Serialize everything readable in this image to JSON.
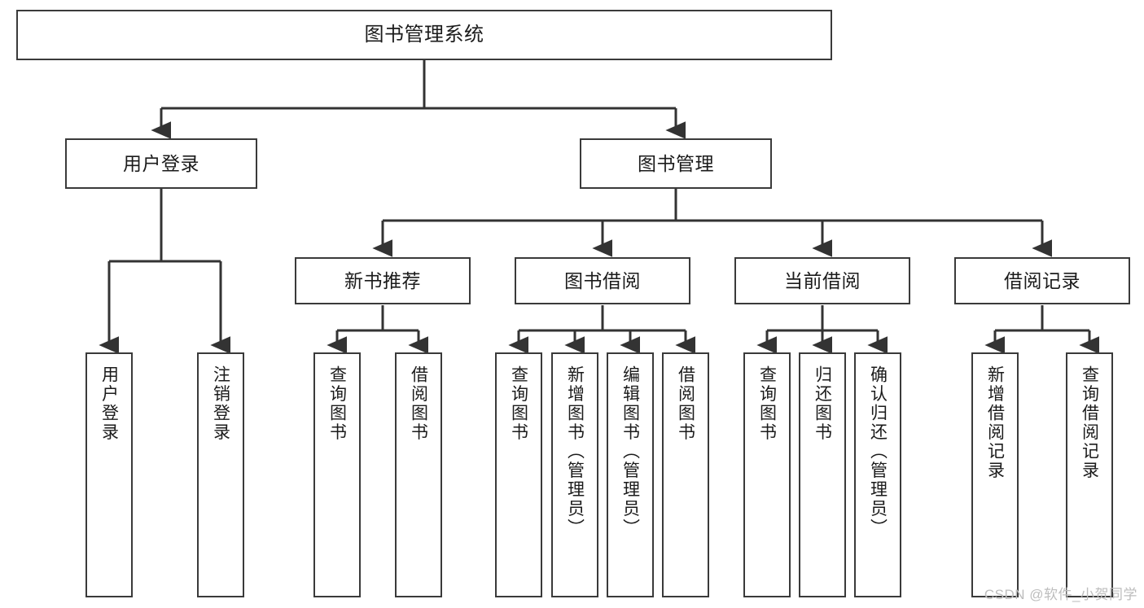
{
  "diagram": {
    "title": "图书管理系统",
    "type": "tree-hierarchy-diagram",
    "watermark": "CSDN @软件_小贺同学",
    "colors": {
      "box_border": "#3a3a3a",
      "box_fill": "#ffffff",
      "edge": "#333333",
      "text": "#1b1b1b",
      "watermark": "#bdbdbd"
    },
    "nodes": {
      "root": "图书管理系统",
      "level2": {
        "user_login": "用户登录",
        "book_manage": "图书管理"
      },
      "level3": {
        "new_book_recommend": "新书推荐",
        "book_borrow": "图书借阅",
        "current_borrow": "当前借阅",
        "borrow_record": "借阅记录"
      },
      "leaves": {
        "user_login": [
          "用户登录",
          "注销登录"
        ],
        "new_book_recommend": [
          "查询图书",
          "借阅图书"
        ],
        "book_borrow": [
          "查询图书",
          "新增图书（管理员）",
          "编辑图书（管理员）",
          "借阅图书"
        ],
        "current_borrow": [
          "查询图书",
          "归还图书",
          "确认归还（管理员）"
        ],
        "borrow_record": [
          "新增借阅记录",
          "查询借阅记录"
        ]
      }
    }
  }
}
